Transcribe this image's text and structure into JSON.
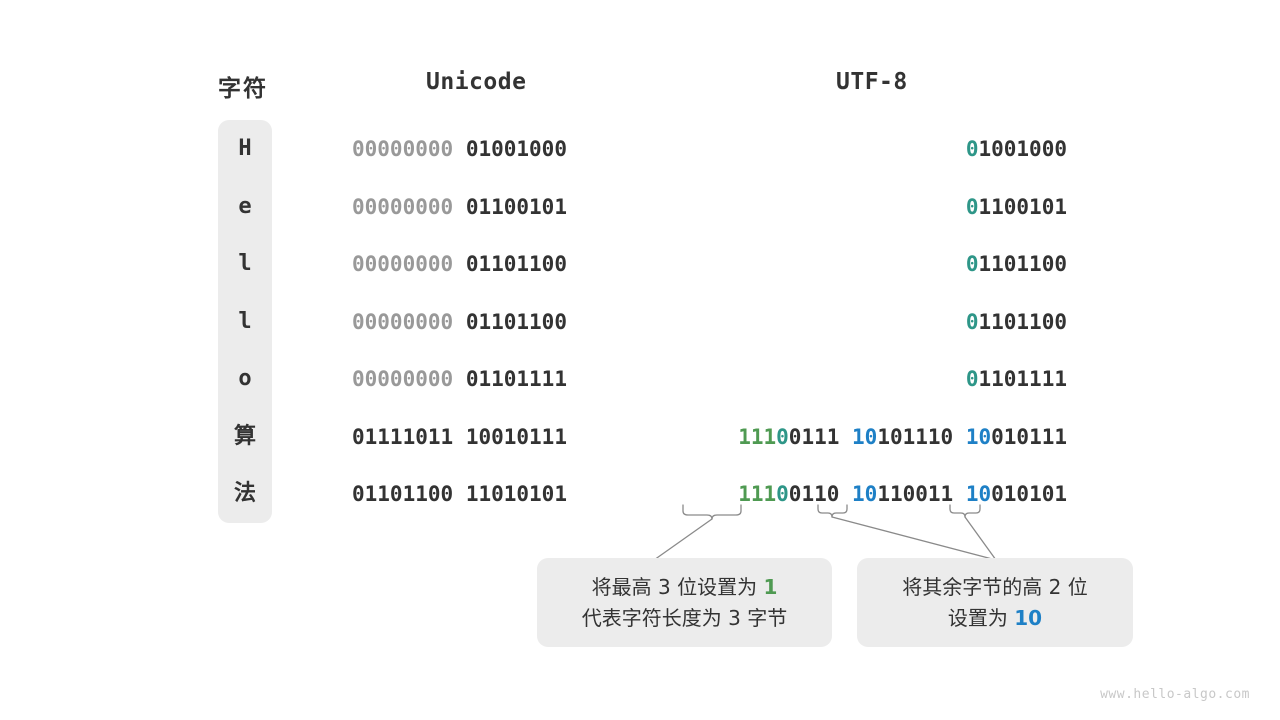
{
  "headers": {
    "character": "字符",
    "unicode": "Unicode",
    "utf8": "UTF-8"
  },
  "colors": {
    "gray": "#999999",
    "black": "#333333",
    "green": "#4f9a52",
    "teal": "#2e9688",
    "blue": "#1e80c6",
    "pill_bg": "#ececec",
    "note_bg": "#ececec",
    "watermark": "#c8c8c8"
  },
  "rows": [
    {
      "char": "H",
      "unicode": [
        {
          "text": "00000000",
          "color": "gray"
        },
        {
          "text": " ",
          "color": "black"
        },
        {
          "text": "01001000",
          "color": "black"
        }
      ],
      "utf8": [
        {
          "text": "0",
          "color": "teal"
        },
        {
          "text": "1001000",
          "color": "black"
        }
      ]
    },
    {
      "char": "e",
      "unicode": [
        {
          "text": "00000000",
          "color": "gray"
        },
        {
          "text": " ",
          "color": "black"
        },
        {
          "text": "01100101",
          "color": "black"
        }
      ],
      "utf8": [
        {
          "text": "0",
          "color": "teal"
        },
        {
          "text": "1100101",
          "color": "black"
        }
      ]
    },
    {
      "char": "l",
      "unicode": [
        {
          "text": "00000000",
          "color": "gray"
        },
        {
          "text": " ",
          "color": "black"
        },
        {
          "text": "01101100",
          "color": "black"
        }
      ],
      "utf8": [
        {
          "text": "0",
          "color": "teal"
        },
        {
          "text": "1101100",
          "color": "black"
        }
      ]
    },
    {
      "char": "l",
      "unicode": [
        {
          "text": "00000000",
          "color": "gray"
        },
        {
          "text": " ",
          "color": "black"
        },
        {
          "text": "01101100",
          "color": "black"
        }
      ],
      "utf8": [
        {
          "text": "0",
          "color": "teal"
        },
        {
          "text": "1101100",
          "color": "black"
        }
      ]
    },
    {
      "char": "o",
      "unicode": [
        {
          "text": "00000000",
          "color": "gray"
        },
        {
          "text": " ",
          "color": "black"
        },
        {
          "text": "01101111",
          "color": "black"
        }
      ],
      "utf8": [
        {
          "text": "0",
          "color": "teal"
        },
        {
          "text": "1101111",
          "color": "black"
        }
      ]
    },
    {
      "char": "算",
      "unicode": [
        {
          "text": "01111011",
          "color": "black"
        },
        {
          "text": " ",
          "color": "black"
        },
        {
          "text": "10010111",
          "color": "black"
        }
      ],
      "utf8": [
        {
          "text": "111",
          "color": "green"
        },
        {
          "text": "0",
          "color": "teal"
        },
        {
          "text": "0111",
          "color": "black"
        },
        {
          "text": " ",
          "color": "black"
        },
        {
          "text": "10",
          "color": "blue"
        },
        {
          "text": "101110",
          "color": "black"
        },
        {
          "text": " ",
          "color": "black"
        },
        {
          "text": "10",
          "color": "blue"
        },
        {
          "text": "010111",
          "color": "black"
        }
      ]
    },
    {
      "char": "法",
      "unicode": [
        {
          "text": "01101100",
          "color": "black"
        },
        {
          "text": " ",
          "color": "black"
        },
        {
          "text": "11010101",
          "color": "black"
        }
      ],
      "utf8": [
        {
          "text": "111",
          "color": "green"
        },
        {
          "text": "0",
          "color": "teal"
        },
        {
          "text": "0110",
          "color": "black"
        },
        {
          "text": " ",
          "color": "black"
        },
        {
          "text": "10",
          "color": "blue"
        },
        {
          "text": "110011",
          "color": "black"
        },
        {
          "text": " ",
          "color": "black"
        },
        {
          "text": "10",
          "color": "blue"
        },
        {
          "text": "010101",
          "color": "black"
        }
      ]
    }
  ],
  "notes": {
    "left": {
      "line1_prefix": "将最高 3 位设置为 ",
      "line1_value": "1",
      "line1_value_color": "green",
      "line2": "代表字符长度为 3 字节"
    },
    "right": {
      "line1": "将其余字节的高 2 位",
      "line2_prefix": "设置为 ",
      "line2_value": "10",
      "line2_value_color": "blue"
    }
  },
  "watermark": "www.hello-algo.com"
}
